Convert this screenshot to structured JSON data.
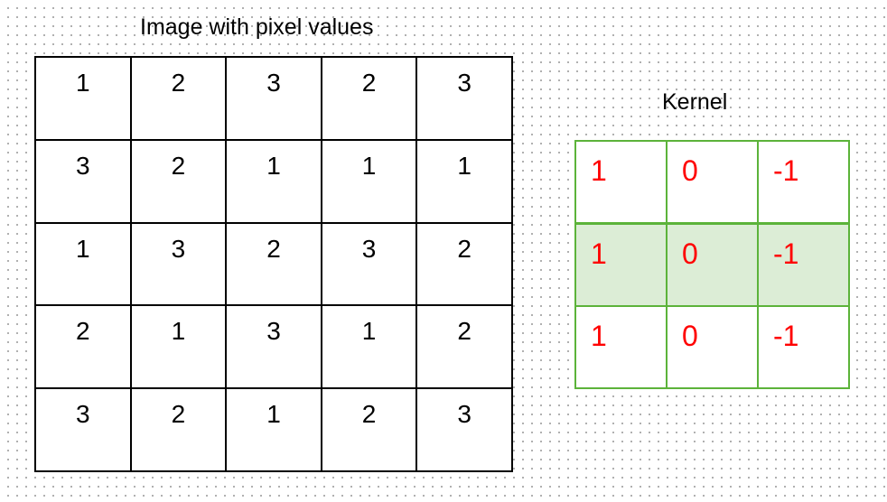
{
  "image_title": "Image with pixel values",
  "kernel_title": "Kernel",
  "image_pixels": [
    [
      "1",
      "2",
      "3",
      "2",
      "3"
    ],
    [
      "3",
      "2",
      "1",
      "1",
      "1"
    ],
    [
      "1",
      "3",
      "2",
      "3",
      "2"
    ],
    [
      "2",
      "1",
      "3",
      "1",
      "2"
    ],
    [
      "3",
      "2",
      "1",
      "2",
      "3"
    ]
  ],
  "kernel_values": [
    [
      "1",
      "0",
      "-1"
    ],
    [
      "1",
      "0",
      "-1"
    ],
    [
      "1",
      "0",
      "-1"
    ]
  ],
  "highlighted_kernel_row": 1,
  "colors": {
    "grid_line": "#000000",
    "kernel_border": "#5cb33a",
    "kernel_highlight": "#dcedd6",
    "kernel_text": "#ff0000"
  }
}
